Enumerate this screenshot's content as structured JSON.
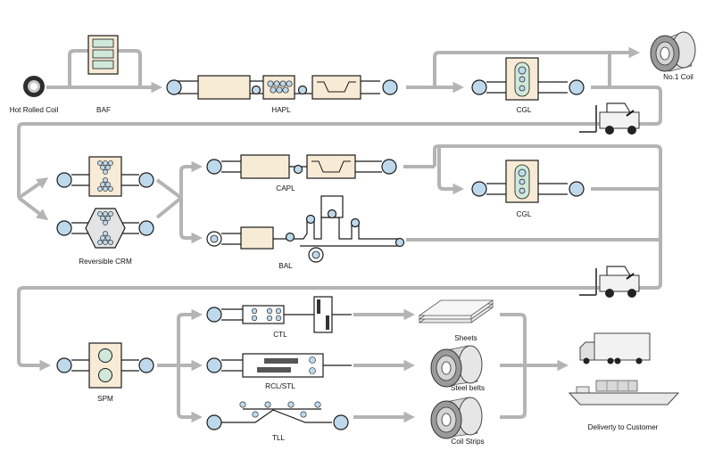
{
  "labels": {
    "hot_rolled_coil": "Hot Rolled Coil",
    "baf": "BAF",
    "hapl": "HAPL",
    "cgl_top": "CGL",
    "no1_coil": "No.1 Coil",
    "reversible_crm": "Reversible CRM",
    "capl": "CAPL",
    "cgl_mid": "CGL",
    "bal": "BAL",
    "spm": "SPM",
    "ctl": "CTL",
    "rcl_stl": "RCL/STL",
    "tll": "TLL",
    "sheets": "Sheets",
    "steel_belts": "Steel belts",
    "coil_strips": "Coil Strips",
    "delivery": "Deliverty to Customer"
  },
  "colors": {
    "flow_line": "#b4b4b4",
    "roll_fill": "#bfd9ec",
    "box_fill": "#f8ebd6",
    "stroke": "#1a1a1a"
  }
}
